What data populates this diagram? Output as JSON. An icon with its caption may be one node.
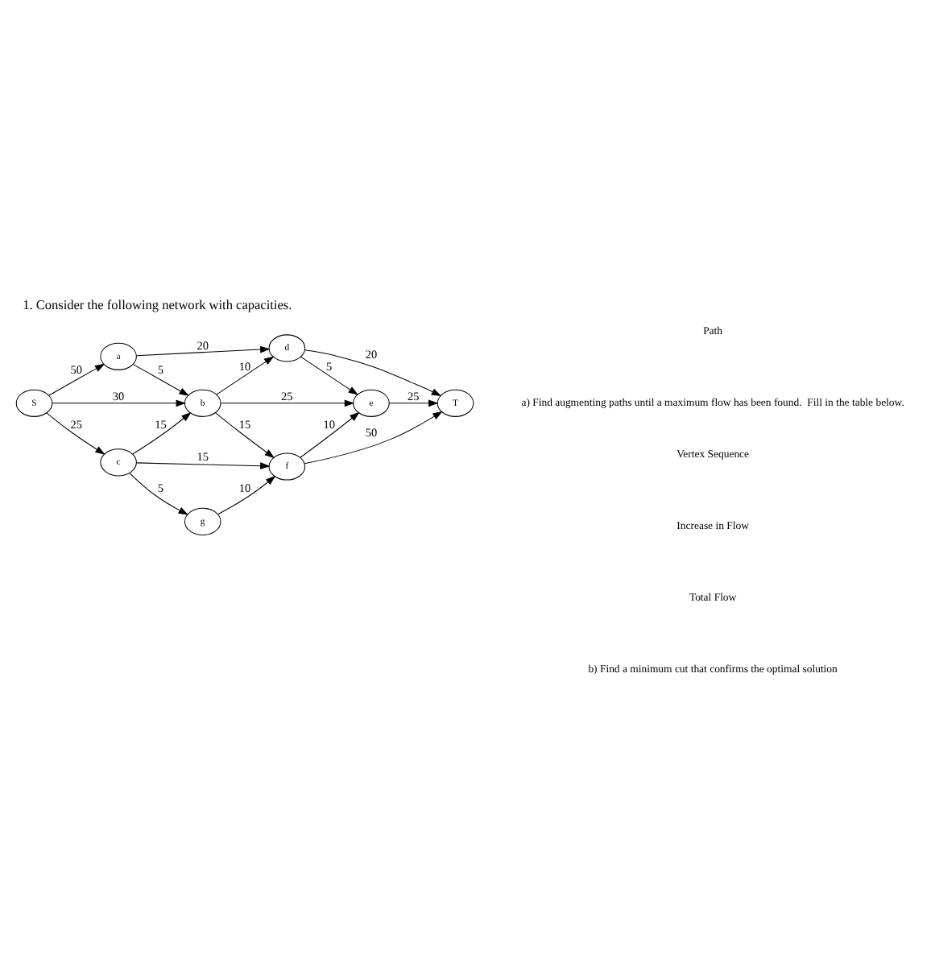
{
  "diagram": {
    "title": "1. Consider the following network with capacities.",
    "nodes": [
      {
        "text": [
          "S"
        ]
      },
      {
        "text": [
          "a"
        ]
      },
      {
        "text": [
          "b"
        ]
      },
      {
        "text": [
          "c"
        ]
      },
      {
        "text": [
          "d"
        ]
      },
      {
        "text": [
          "e"
        ]
      },
      {
        "text": [
          "f"
        ]
      },
      {
        "text": [
          "g"
        ]
      },
      {
        "text": [
          "T"
        ]
      }
    ],
    "edges": [
      {
        "from": 0,
        "to": 1,
        "arrow": "to",
        "label": "50"
      },
      {
        "from": 0,
        "to": 2,
        "arrow": "to",
        "label": "30"
      },
      {
        "from": 0,
        "to": 3,
        "arrow": "to",
        "label": "25"
      },
      {
        "from": 1,
        "to": 4,
        "arrow": "to",
        "label": "20"
      },
      {
        "from": 1,
        "to": 2,
        "arrow": "to",
        "label": "5"
      },
      {
        "from": 2,
        "to": 4,
        "arrow": "to",
        "label": "10"
      },
      {
        "from": 4,
        "to": 5,
        "arrow": "to",
        "label": "5"
      },
      {
        "from": 4,
        "to": 8,
        "arrow": "to",
        "label": "20"
      },
      {
        "from": 2,
        "to": 5,
        "arrow": "to",
        "label": "25"
      },
      {
        "from": 5,
        "to": 8,
        "arrow": "to",
        "label": "25"
      },
      {
        "from": 2,
        "to": 6,
        "arrow": "to",
        "label": "15"
      },
      {
        "from": 3,
        "to": 2,
        "arrow": "to",
        "label": "15"
      },
      {
        "from": 3,
        "to": 6,
        "arrow": "to",
        "label": "15"
      },
      {
        "from": 6,
        "to": 5,
        "arrow": "to",
        "label": "10"
      },
      {
        "from": 6,
        "to": 8,
        "arrow": "to",
        "label": "50"
      },
      {
        "from": 3,
        "to": 7,
        "arrow": "to",
        "label": "5"
      },
      {
        "from": 7,
        "to": 6,
        "arrow": "to",
        "label": "10"
      }
    ],
    "labels": [
      "a) Find augmenting paths until a maximum flow has been found.  Fill in the table below.",
      "Path",
      "Vertex Sequence",
      "Increase in Flow",
      "Total Flow",
      "b) Find a minimum cut that confirms the optimal solution"
    ]
  }
}
